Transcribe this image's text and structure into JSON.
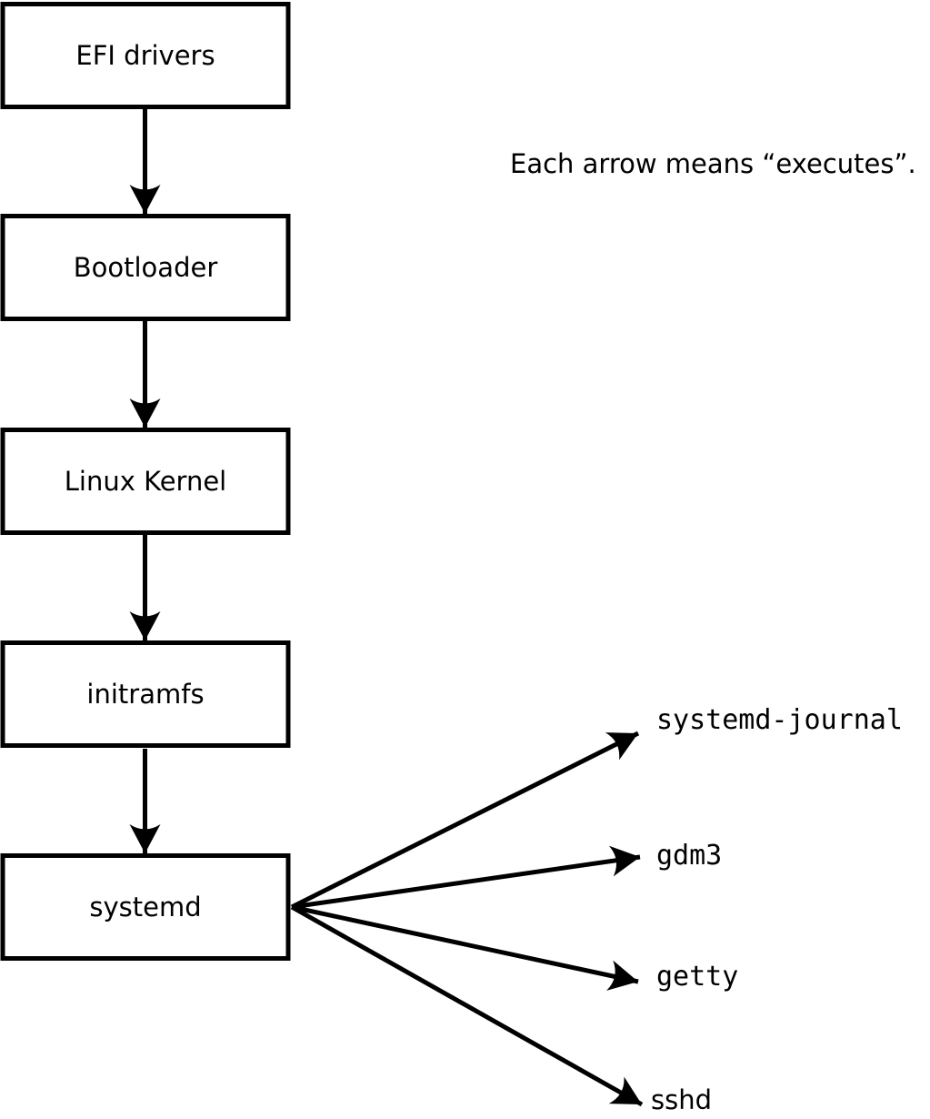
{
  "note": "Each arrow means “executes”.",
  "colors": {
    "ink": "#000000",
    "background": "#ffffff",
    "box_fill": "#ffffff"
  },
  "boot_chain": {
    "boxes": [
      {
        "label": "EFI drivers"
      },
      {
        "label": "Bootloader"
      },
      {
        "label": "Linux Kernel"
      },
      {
        "label": "initramfs"
      },
      {
        "label": "systemd"
      }
    ]
  },
  "spawned_services": [
    {
      "label": "systemd-journal"
    },
    {
      "label": "gdm3"
    },
    {
      "label": "getty"
    },
    {
      "label": "sshd"
    }
  ]
}
